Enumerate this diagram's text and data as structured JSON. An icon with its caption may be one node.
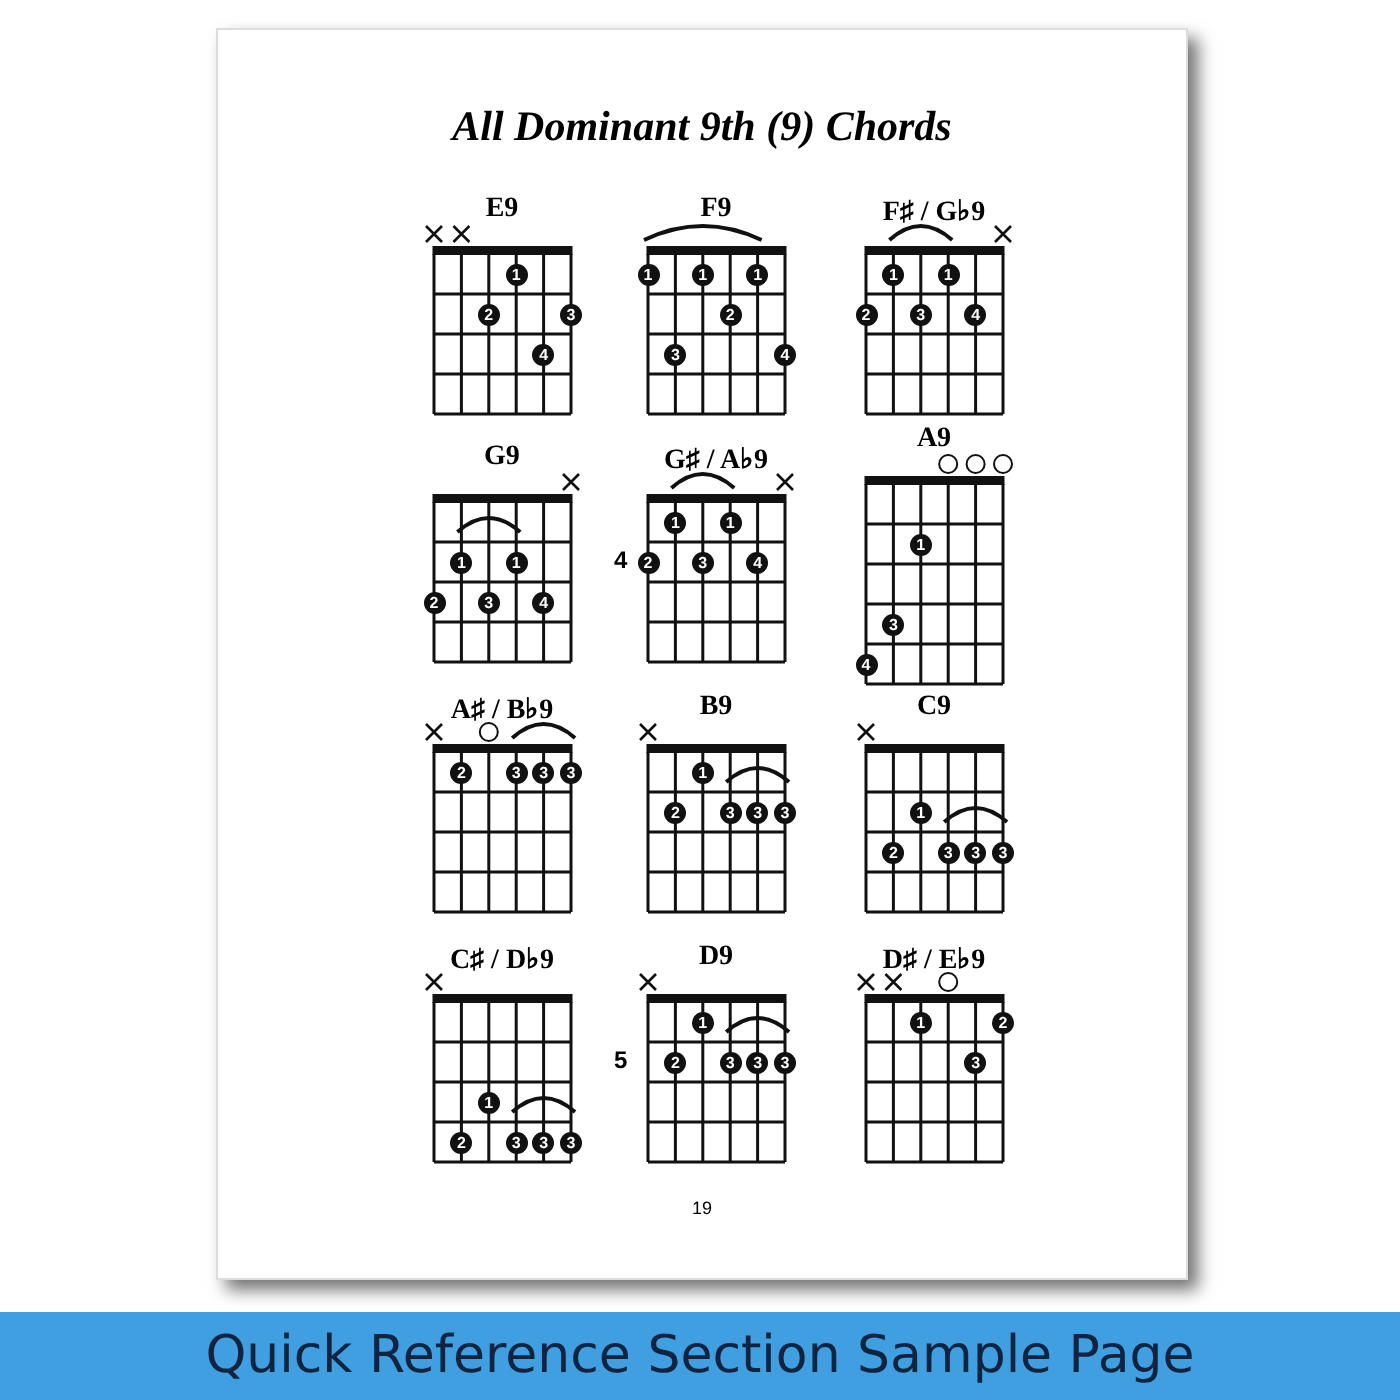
{
  "diagram": {
    "title": "All Dominant 9th (9) Chords",
    "caption": "Quick Reference Section Sample Page",
    "nodes": [
      {
        "text": [
          "E9"
        ]
      },
      {
        "text": [
          "1"
        ],
        "in": 0
      },
      {
        "text": [
          "2"
        ],
        "in": 0
      },
      {
        "text": [
          "3"
        ],
        "in": 0
      },
      {
        "text": [
          "4"
        ],
        "in": 0
      },
      {
        "text": [
          "F9"
        ]
      },
      {
        "text": [
          "1"
        ],
        "in": 5
      },
      {
        "text": [
          "1"
        ],
        "in": 5
      },
      {
        "text": [
          "1"
        ],
        "in": 5
      },
      {
        "text": [
          "2"
        ],
        "in": 5
      },
      {
        "text": [
          "3"
        ],
        "in": 5
      },
      {
        "text": [
          "4"
        ],
        "in": 5
      },
      {
        "text": [
          "F♯ / G♭9"
        ]
      },
      {
        "text": [
          "1"
        ],
        "in": 12
      },
      {
        "text": [
          "1"
        ],
        "in": 12
      },
      {
        "text": [
          "2"
        ],
        "in": 12
      },
      {
        "text": [
          "3"
        ],
        "in": 12
      },
      {
        "text": [
          "4"
        ],
        "in": 12
      },
      {
        "text": [
          "G9"
        ]
      },
      {
        "text": [
          "1"
        ],
        "in": 18
      },
      {
        "text": [
          "1"
        ],
        "in": 18
      },
      {
        "text": [
          "2"
        ],
        "in": 18
      },
      {
        "text": [
          "3"
        ],
        "in": 18
      },
      {
        "text": [
          "4"
        ],
        "in": 18
      },
      {
        "text": [
          "G♯ / A♭9"
        ],
        "beside": [
          "4"
        ]
      },
      {
        "text": [
          "1"
        ],
        "in": 24
      },
      {
        "text": [
          "1"
        ],
        "in": 24
      },
      {
        "text": [
          "2"
        ],
        "in": 24
      },
      {
        "text": [
          "3"
        ],
        "in": 24
      },
      {
        "text": [
          "4"
        ],
        "in": 24
      },
      {
        "text": [
          "A9"
        ]
      },
      {
        "text": [
          "1"
        ],
        "in": 30
      },
      {
        "text": [
          "3"
        ],
        "in": 30
      },
      {
        "text": [
          "4"
        ],
        "in": 30
      },
      {
        "text": [
          "A♯ / B♭9"
        ]
      },
      {
        "text": [
          "2"
        ],
        "in": 34
      },
      {
        "text": [
          "3"
        ],
        "in": 34
      },
      {
        "text": [
          "3"
        ],
        "in": 34
      },
      {
        "text": [
          "3"
        ],
        "in": 34
      },
      {
        "text": [
          "B9"
        ]
      },
      {
        "text": [
          "1"
        ],
        "in": 39
      },
      {
        "text": [
          "2"
        ],
        "in": 39
      },
      {
        "text": [
          "3"
        ],
        "in": 39
      },
      {
        "text": [
          "3"
        ],
        "in": 39
      },
      {
        "text": [
          "3"
        ],
        "in": 39
      },
      {
        "text": [
          "C9"
        ]
      },
      {
        "text": [
          "1"
        ],
        "in": 45
      },
      {
        "text": [
          "2"
        ],
        "in": 45
      },
      {
        "text": [
          "3"
        ],
        "in": 45
      },
      {
        "text": [
          "3"
        ],
        "in": 45
      },
      {
        "text": [
          "3"
        ],
        "in": 45
      },
      {
        "text": [
          "C♯ / D♭9"
        ]
      },
      {
        "text": [
          "1"
        ],
        "in": 51
      },
      {
        "text": [
          "2"
        ],
        "in": 51
      },
      {
        "text": [
          "3"
        ],
        "in": 51
      },
      {
        "text": [
          "3"
        ],
        "in": 51
      },
      {
        "text": [
          "3"
        ],
        "in": 51
      },
      {
        "text": [
          "D9"
        ],
        "beside": [
          "5"
        ]
      },
      {
        "text": [
          "1"
        ],
        "in": 57
      },
      {
        "text": [
          "2"
        ],
        "in": 57
      },
      {
        "text": [
          "3"
        ],
        "in": 57
      },
      {
        "text": [
          "3"
        ],
        "in": 57
      },
      {
        "text": [
          "3"
        ],
        "in": 57
      },
      {
        "text": [
          "D♯ / E♭9"
        ]
      },
      {
        "text": [
          "1"
        ],
        "in": 63
      },
      {
        "text": [
          "2"
        ],
        "in": 63
      },
      {
        "text": [
          "3"
        ],
        "in": 63
      }
    ],
    "labels": [
      "19"
    ]
  }
}
